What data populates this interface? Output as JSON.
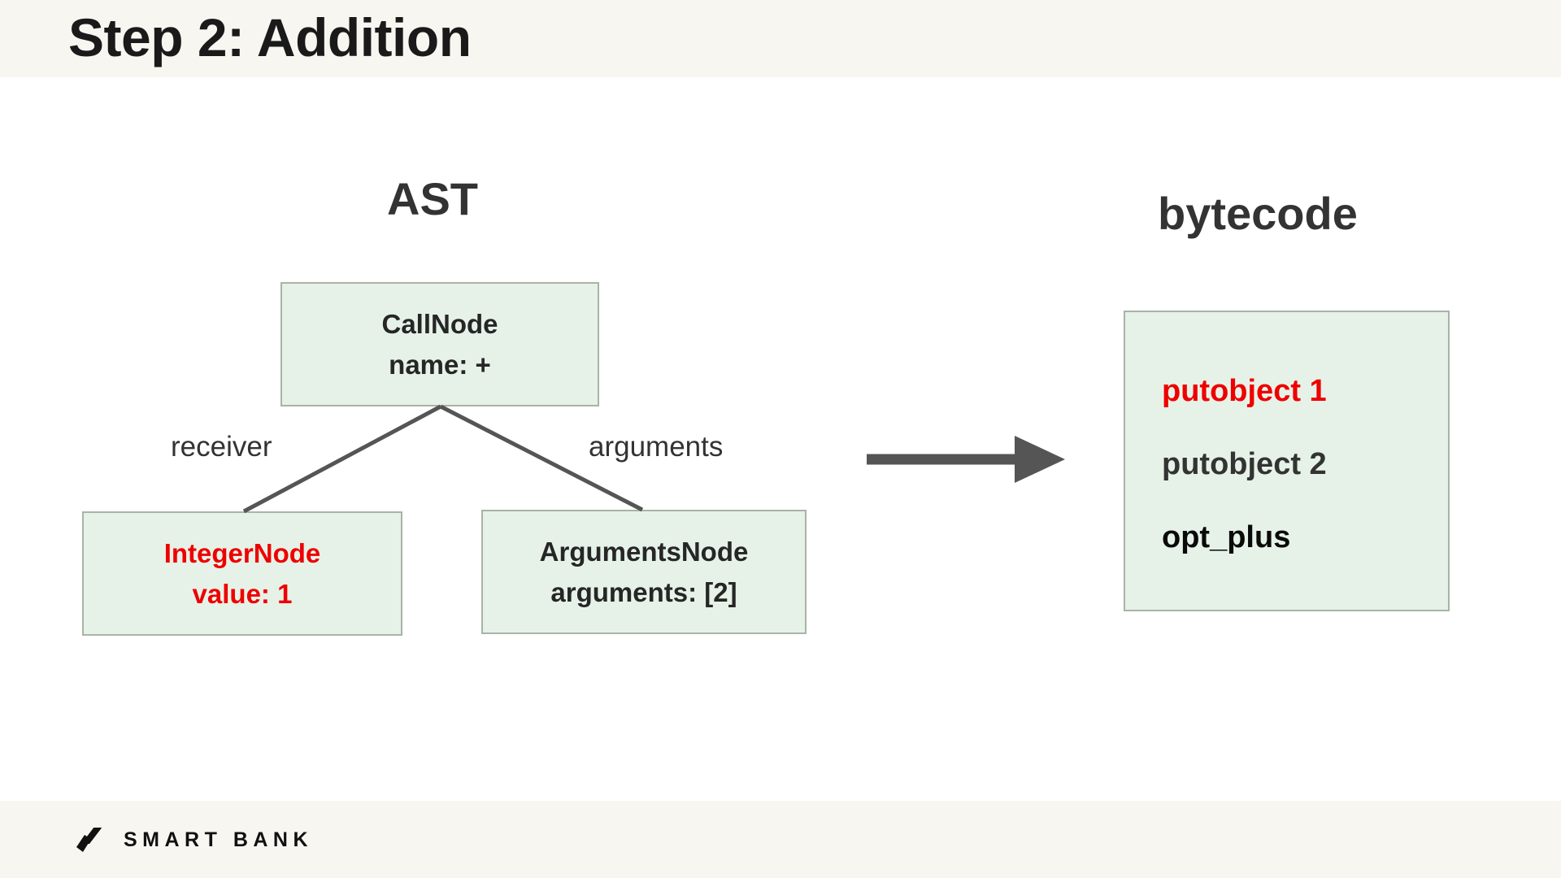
{
  "header": {
    "title": "Step 2: Addition",
    "band_color": "#f8f6f1"
  },
  "footer": {
    "brand_name": "SMART BANK",
    "logo_icon": "smartbank-slash-mark",
    "band_color": "#f8f6f1"
  },
  "colors": {
    "node_fill": "#e6f2e7",
    "node_border": "#a9b3a9",
    "highlight_red": "#ee0000",
    "text_dark": "#262626",
    "edge_gray": "#555555"
  },
  "ast": {
    "heading": "AST",
    "nodes": {
      "root": {
        "line1": "CallNode",
        "line2": "name: +",
        "highlighted": false
      },
      "left_child": {
        "line1": "IntegerNode",
        "line2": "value: 1",
        "highlighted": true
      },
      "right_child": {
        "line1": "ArgumentsNode",
        "line2": "arguments: [2]",
        "highlighted": false
      }
    },
    "edges": [
      {
        "label": "receiver"
      },
      {
        "label": "arguments"
      }
    ]
  },
  "flow": {
    "arrow_icon": "right-arrow-icon"
  },
  "bytecode": {
    "heading": "bytecode",
    "instructions": [
      {
        "text": "putobject 1",
        "style": "red"
      },
      {
        "text": "putobject 2",
        "style": "gray"
      },
      {
        "text": "opt_plus",
        "style": "black"
      }
    ]
  }
}
